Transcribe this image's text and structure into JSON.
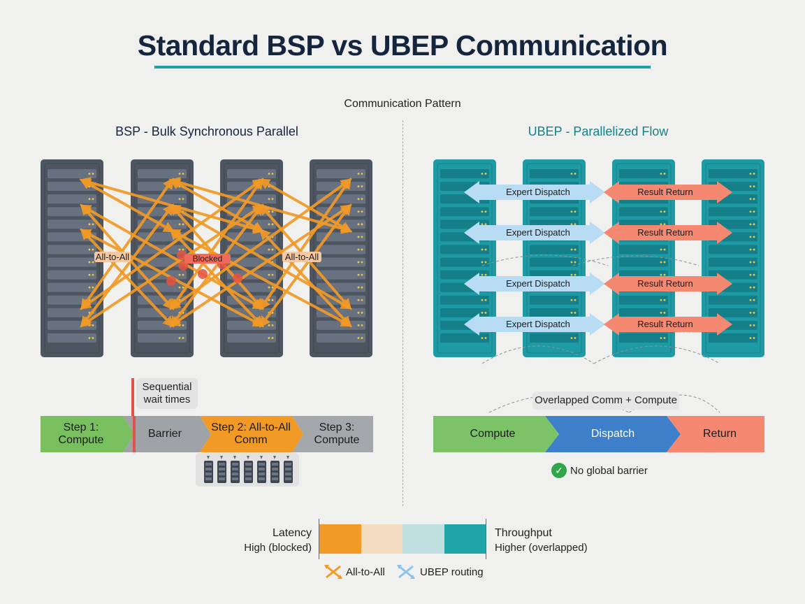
{
  "title": "Standard BSP vs UBEP Communication",
  "subtitle": "Communication Pattern",
  "bsp": {
    "title": "BSP - Bulk Synchronous Parallel",
    "label_all_to_all_left": "All-to-All",
    "label_blocked": "Blocked",
    "label_all_to_all_right": "All-to-All",
    "wait_note": "Sequential wait times",
    "timeline": [
      {
        "label": "Step 1: Compute",
        "color": "#79bf5f"
      },
      {
        "label": "Barrier",
        "color": "#9fa3a6"
      },
      {
        "label": "Step 2: All-to-All Comm",
        "color": "#f29a26"
      },
      {
        "label": "Step 3: Compute",
        "color": "#a5a8ab"
      }
    ]
  },
  "ubep": {
    "title": "UBEP - Parallelized Flow",
    "rows": [
      {
        "dispatch": "Expert Dispatch",
        "return": "Result Return"
      },
      {
        "dispatch": "Expert Dispatch",
        "return": "Result Return"
      },
      {
        "dispatch": "Expert Dispatch",
        "return": "Result Return"
      },
      {
        "dispatch": "Expert Dispatch",
        "return": "Result Return"
      }
    ],
    "overlap_note": "Overlapped Comm + Compute",
    "timeline": [
      {
        "label": "Compute",
        "color": "#7cc368"
      },
      {
        "label": "Dispatch",
        "color": "#3d80c9"
      },
      {
        "label": "Return",
        "color": "#f58870"
      }
    ],
    "no_barrier": "No global barrier"
  },
  "metrics": {
    "latency_label": "Latency",
    "latency_value": "High (blocked)",
    "throughput_label": "Throughput",
    "throughput_value": "Higher (overlapped)",
    "bar_colors": [
      "#f29a26",
      "#f3dcc0",
      "#bfdfe1",
      "#1fa4a8"
    ]
  },
  "legend": [
    {
      "label": "All-to-All",
      "icon": "cross-arrows-icon",
      "color": "#f29a26"
    },
    {
      "label": "UBEP routing",
      "icon": "cross-arrows-icon",
      "color": "#8cc3ec"
    }
  ],
  "colors": {
    "bsp_rack": "#4c5560",
    "ubep_rack": "#1e9aa4",
    "accent": "#1d9fa7",
    "bsp_arrow": "#f29a26",
    "dispatch_arrow": "#b8dcf4",
    "return_arrow": "#f58870"
  }
}
